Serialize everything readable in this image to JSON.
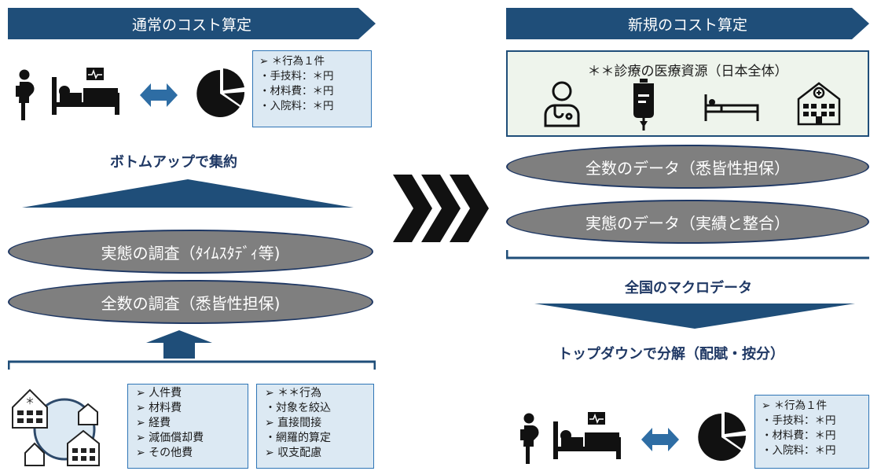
{
  "left": {
    "banner": "通常のコスト算定",
    "info": [
      "➢ ＊行為１件",
      "・手技料：＊円",
      "・材料費：＊円",
      "・入院料：＊円"
    ],
    "aggregate_title": "ボトムアップで集約",
    "ellipse_actual": "実態の調査（ﾀｲﾑｽﾀﾃﾞｨ等)",
    "ellipse_all": "全数の調査（悉皆性担保)",
    "costs": [
      "➢  人件費",
      "➢  材料費",
      "➢  経費",
      "➢  減価償却費",
      "➢  その他費"
    ],
    "methods": [
      "➢  ＊＊行為",
      "・対象を絞込",
      "➢  直接間接",
      "・網羅的算定",
      "➢  収支配慮"
    ]
  },
  "right": {
    "banner": "新規のコスト算定",
    "resources_title": "＊＊診療の医療資源（日本全体）",
    "ellipse_all": "全数のデータ（悉皆性担保）",
    "ellipse_actual": "実態のデータ（実績と整合）",
    "macro_title": "全国のマクロデータ",
    "topdown_title": "トップダウンで分解（配賦・按分）",
    "info": [
      "➢ ＊行為１件",
      "・手技料：＊円",
      "・材料費：＊円",
      "・入院料：＊円"
    ]
  },
  "colors": {
    "navy": "#1f4e79",
    "dark_navy": "#1f3864",
    "gray": "#7f7f7f",
    "info_bg": "#dce9f3",
    "res_bg": "#eef4ec"
  }
}
